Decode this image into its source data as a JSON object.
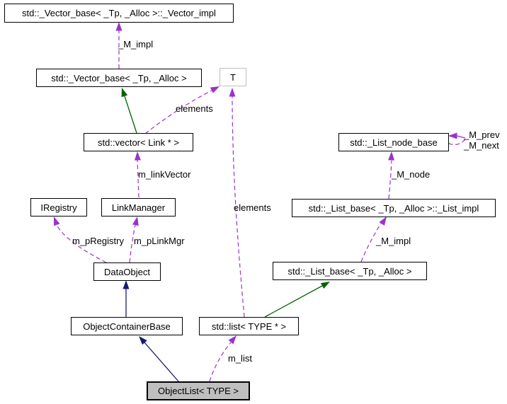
{
  "diagram": {
    "type": "class-collaboration-graph",
    "nodes": {
      "vector_impl": {
        "label": "std::_Vector_base< _Tp, _Alloc >::_Vector_impl"
      },
      "vector_base": {
        "label": "std::_Vector_base< _Tp, _Alloc >"
      },
      "template_param": {
        "label": "T"
      },
      "vector_link": {
        "label": "std::vector< Link * >"
      },
      "list_node_base": {
        "label": "std::_List_node_base"
      },
      "iregistry": {
        "label": "IRegistry"
      },
      "link_manager": {
        "label": "LinkManager"
      },
      "list_impl": {
        "label": "std::_List_base< _Tp, _Alloc >::_List_impl"
      },
      "data_object": {
        "label": "DataObject"
      },
      "list_base": {
        "label": "std::_List_base< _Tp, _Alloc >"
      },
      "object_container_base": {
        "label": "ObjectContainerBase"
      },
      "std_list": {
        "label": "std::list< TYPE * >"
      },
      "object_list": {
        "label": "ObjectList< TYPE >"
      }
    },
    "edge_labels": {
      "m_impl_vector": "_M_impl",
      "elements_vector": "elements",
      "m_link_vector": "m_linkVector",
      "elements_list": "elements",
      "m_p_registry": "m_pRegistry",
      "m_p_link_mgr": "m_pLinkMgr",
      "m_prev": "_M_prev",
      "m_next": "_M_next",
      "m_node": "_M_node",
      "m_impl_list": "_M_impl",
      "m_list": "m_list"
    },
    "colors": {
      "usage_edge": "#9a32cd",
      "inheritance_blue": "#191970",
      "inheritance_green": "#006400",
      "node_border": "#000000",
      "template_node_border": "#bfbfbf",
      "focus_node_fill": "#bfbfbf",
      "node_fill": "#ffffff",
      "background": "#ffffff"
    }
  }
}
